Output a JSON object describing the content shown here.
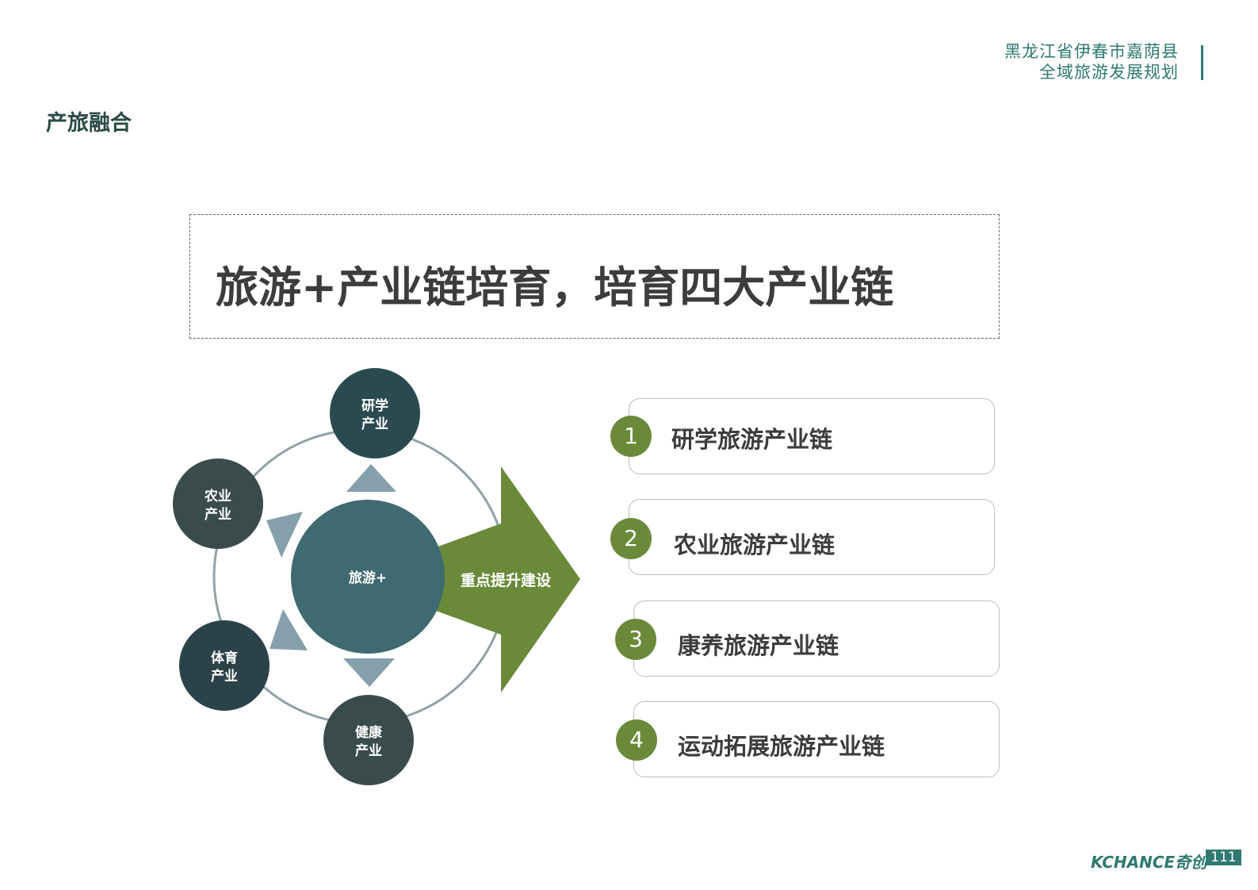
{
  "header": {
    "line1": "黑龙江省伊春市嘉荫县",
    "line2": "全域旅游发展规划"
  },
  "section_title": "产旅融合",
  "main_title": "旅游+产业链培育，培育四大产业链",
  "diagram": {
    "center": "旅游+",
    "arrow_label": "重点提升建设",
    "nodes": [
      {
        "l1": "研学",
        "l2": "产业"
      },
      {
        "l1": "农业",
        "l2": "产业"
      },
      {
        "l1": "体育",
        "l2": "产业"
      },
      {
        "l1": "健康",
        "l2": "产业"
      }
    ]
  },
  "chains": [
    {
      "num": "1",
      "label": "研学旅游产业链"
    },
    {
      "num": "2",
      "label": "农业旅游产业链"
    },
    {
      "num": "3",
      "label": "康养旅游产业链"
    },
    {
      "num": "4",
      "label": "运动拓展旅游产业链"
    }
  ],
  "footer": {
    "brand": "KCHANCE奇创",
    "page": "111"
  },
  "colors": {
    "accent": "#2f7a70",
    "green": "#6a8a3a",
    "center": "#3f6a70"
  }
}
